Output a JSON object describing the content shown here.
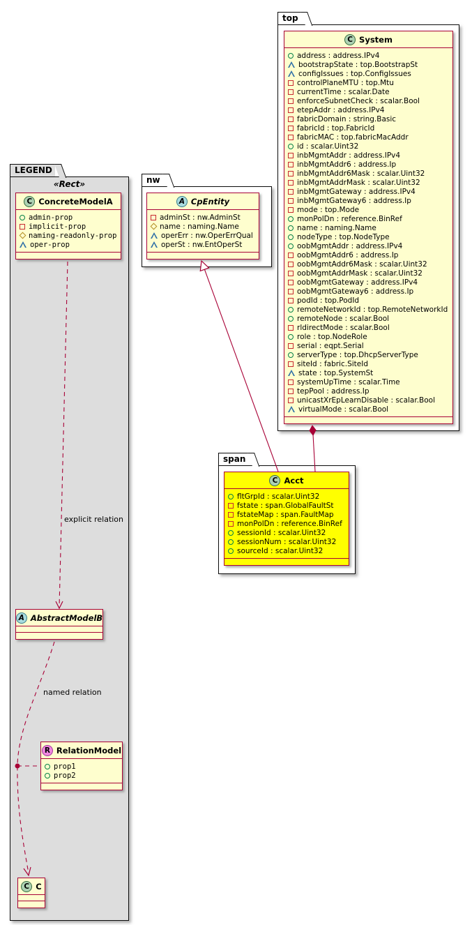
{
  "packages": {
    "top": {
      "label": "top"
    },
    "nw": {
      "label": "nw"
    },
    "span": {
      "label": "span"
    },
    "legend": {
      "label": "LEGEND",
      "stereotype": "«Rect»"
    }
  },
  "classes": {
    "system": {
      "spot": "C",
      "name": "System",
      "attributes": [
        {
          "vis": "public",
          "text": "address : address.IPv4"
        },
        {
          "vis": "package",
          "text": "bootstrapState : top.BootstrapSt"
        },
        {
          "vis": "package",
          "text": "configIssues : top.ConfigIssues"
        },
        {
          "vis": "private",
          "text": "controlPlaneMTU : top.Mtu"
        },
        {
          "vis": "private",
          "text": "currentTime : scalar.Date"
        },
        {
          "vis": "private",
          "text": "enforceSubnetCheck : scalar.Bool"
        },
        {
          "vis": "private",
          "text": "etepAddr : address.IPv4"
        },
        {
          "vis": "private",
          "text": "fabricDomain : string.Basic"
        },
        {
          "vis": "private",
          "text": "fabricId : top.FabricId"
        },
        {
          "vis": "private",
          "text": "fabricMAC : top.fabricMacAddr"
        },
        {
          "vis": "public",
          "text": "id : scalar.Uint32"
        },
        {
          "vis": "private",
          "text": "inbMgmtAddr : address.IPv4"
        },
        {
          "vis": "private",
          "text": "inbMgmtAddr6 : address.Ip"
        },
        {
          "vis": "private",
          "text": "inbMgmtAddr6Mask : scalar.Uint32"
        },
        {
          "vis": "private",
          "text": "inbMgmtAddrMask : scalar.Uint32"
        },
        {
          "vis": "private",
          "text": "inbMgmtGateway : address.IPv4"
        },
        {
          "vis": "private",
          "text": "inbMgmtGateway6 : address.Ip"
        },
        {
          "vis": "private",
          "text": "mode : top.Mode"
        },
        {
          "vis": "public",
          "text": "monPolDn : reference.BinRef"
        },
        {
          "vis": "public",
          "text": "name : naming.Name"
        },
        {
          "vis": "public",
          "text": "nodeType : top.NodeType"
        },
        {
          "vis": "public",
          "text": "oobMgmtAddr : address.IPv4"
        },
        {
          "vis": "private",
          "text": "oobMgmtAddr6 : address.Ip"
        },
        {
          "vis": "private",
          "text": "oobMgmtAddr6Mask : scalar.Uint32"
        },
        {
          "vis": "private",
          "text": "oobMgmtAddrMask : scalar.Uint32"
        },
        {
          "vis": "private",
          "text": "oobMgmtGateway : address.IPv4"
        },
        {
          "vis": "private",
          "text": "oobMgmtGateway6 : address.Ip"
        },
        {
          "vis": "private",
          "text": "podId : top.PodId"
        },
        {
          "vis": "public",
          "text": "remoteNetworkId : top.RemoteNetworkId"
        },
        {
          "vis": "public",
          "text": "remoteNode : scalar.Bool"
        },
        {
          "vis": "private",
          "text": "rldirectMode : scalar.Bool"
        },
        {
          "vis": "public",
          "text": "role : top.NodeRole"
        },
        {
          "vis": "private",
          "text": "serial : eqpt.Serial"
        },
        {
          "vis": "public",
          "text": "serverType : top.DhcpServerType"
        },
        {
          "vis": "private",
          "text": "siteId : fabric.SiteId"
        },
        {
          "vis": "package",
          "text": "state : top.SystemSt"
        },
        {
          "vis": "private",
          "text": "systemUpTime : scalar.Time"
        },
        {
          "vis": "private",
          "text": "tepPool : address.Ip"
        },
        {
          "vis": "private",
          "text": "unicastXrEpLearnDisable : scalar.Bool"
        },
        {
          "vis": "package",
          "text": "virtualMode : scalar.Bool"
        }
      ]
    },
    "cpentity": {
      "spot": "A",
      "name": "CpEntity",
      "attributes": [
        {
          "vis": "private",
          "text": "adminSt : nw.AdminSt"
        },
        {
          "vis": "protected",
          "text": "name : naming.Name"
        },
        {
          "vis": "package",
          "text": "operErr : nw.OperErrQual"
        },
        {
          "vis": "package",
          "text": "operSt : nw.EntOperSt"
        }
      ]
    },
    "acct": {
      "spot": "C",
      "name": "Acct",
      "attributes": [
        {
          "vis": "public",
          "text": "fltGrpId : scalar.Uint32"
        },
        {
          "vis": "private",
          "text": "fstate : span.GlobalFaultSt"
        },
        {
          "vis": "private",
          "text": "fstateMap : span.FaultMap"
        },
        {
          "vis": "private",
          "text": "monPolDn : reference.BinRef"
        },
        {
          "vis": "public",
          "text": "sessionId : scalar.Uint32"
        },
        {
          "vis": "public",
          "text": "sessionNum : scalar.Uint32"
        },
        {
          "vis": "public",
          "text": "sourceId : scalar.Uint32"
        }
      ]
    },
    "concrete": {
      "spot": "C",
      "name": "ConcreteModelA",
      "attributes": [
        {
          "vis": "public",
          "text": "admin-prop"
        },
        {
          "vis": "private",
          "text": "implicit-prop"
        },
        {
          "vis": "protected",
          "text": "naming-readonly-prop"
        },
        {
          "vis": "package",
          "text": "oper-prop"
        }
      ]
    },
    "abstractb": {
      "spot": "A",
      "name": "AbstractModelB",
      "attributes": []
    },
    "relation": {
      "spot": "R",
      "name": "RelationModel",
      "attributes": [
        {
          "vis": "public",
          "text": "prop1"
        },
        {
          "vis": "public",
          "text": "prop2"
        }
      ]
    },
    "c": {
      "spot": "C",
      "name": "C",
      "attributes": []
    }
  },
  "relations": {
    "explicit_label": "explicit relation",
    "named_label": "named relation"
  },
  "colors": {
    "class_bg": "#FEFECE",
    "class_border": "#A80036",
    "highlight_bg": "#FFFF00",
    "legend_bg": "#DDDDDD",
    "spot_class": "#ADD1B2",
    "spot_abstract": "#A9DCDF",
    "spot_relation": "#F086E0",
    "vis_public": "#038048",
    "vis_private": "#C82930",
    "vis_protected": "#B38D22",
    "vis_package": "#2E6FA7"
  }
}
